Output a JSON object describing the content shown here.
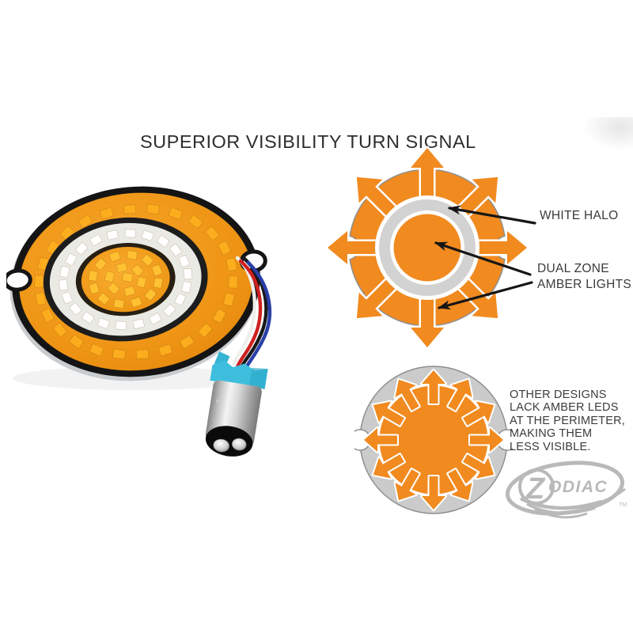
{
  "title": "SUPERIOR VISIBILITY TURN SIGNAL",
  "diagram_dual_zone": {
    "label_white_halo": "WHITE HALO",
    "label_dual_zone_line1": "DUAL ZONE",
    "label_dual_zone_line2": "AMBER LIGHTS",
    "arrow_count": 8
  },
  "diagram_other": {
    "caption_lines": [
      "OTHER DESIGNS",
      "LACK AMBER LEDS",
      "AT THE PERIMETER,",
      "MAKING THEM",
      "LESS VISIBLE."
    ],
    "arrow_count": 12
  },
  "logo": {
    "z": "Z",
    "rest": "ODIAC",
    "tm": "TM"
  },
  "photo": {
    "leds_outer_amber": 26,
    "leds_white_halo": 22,
    "leds_center_amber": 19
  },
  "colors": {
    "orange": "#F18A1F",
    "halo_gray": "#D2D2D2",
    "disc_gray": "#CBCBCB",
    "outline_gray": "#8F8F8F",
    "ink": "#161616",
    "text": "#3B3B3B",
    "logo_gray": "#B9B9B9",
    "photo_face_orange": "#EE9414",
    "amber_led": "#FBAD1E",
    "center_led": "#FFC132",
    "white_led": "#FFFFFF",
    "wire_red": "#CF2020",
    "wire_blue": "#2B3FA8",
    "wire_white": "#EFEFEC",
    "wire_black": "#1A1A1A",
    "bulb_collar_blue": "#3EBEDC"
  }
}
